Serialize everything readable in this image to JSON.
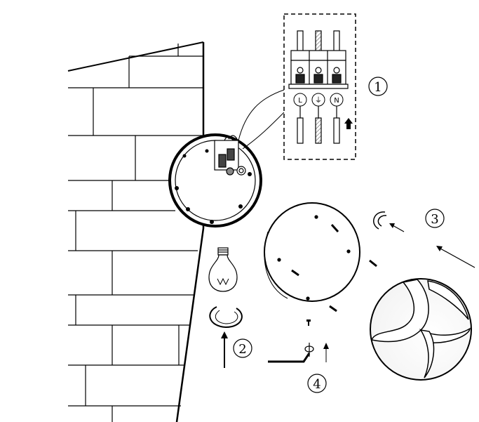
{
  "diagram": {
    "steps": [
      {
        "id": "1",
        "label": "1"
      },
      {
        "id": "2",
        "label": "2"
      },
      {
        "id": "3",
        "label": "3"
      },
      {
        "id": "4",
        "label": "4"
      }
    ],
    "terminals": [
      "L",
      "⏚",
      "N"
    ],
    "colors": {
      "line": "#000000",
      "background": "#ffffff",
      "hatch": "#555555"
    },
    "icons": [
      "wall-bricks",
      "base-plate",
      "connector-block",
      "light-bulb",
      "retaining-ring",
      "cover-plate",
      "glass-globe",
      "allen-key",
      "screw",
      "arrow"
    ]
  }
}
